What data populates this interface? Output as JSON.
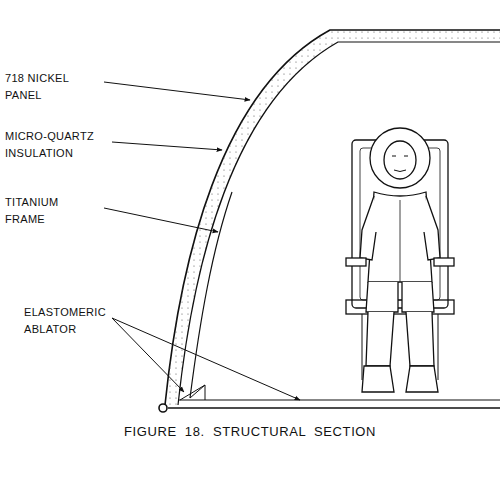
{
  "diagram": {
    "caption": "FIGURE 18. STRUCTURAL SECTION",
    "labels": [
      "718 NICKEL PANEL",
      "MICRO-QUARTZ INSULATION",
      "TITANIUM FRAME",
      "ELASTOMERIC ABLATOR"
    ]
  }
}
